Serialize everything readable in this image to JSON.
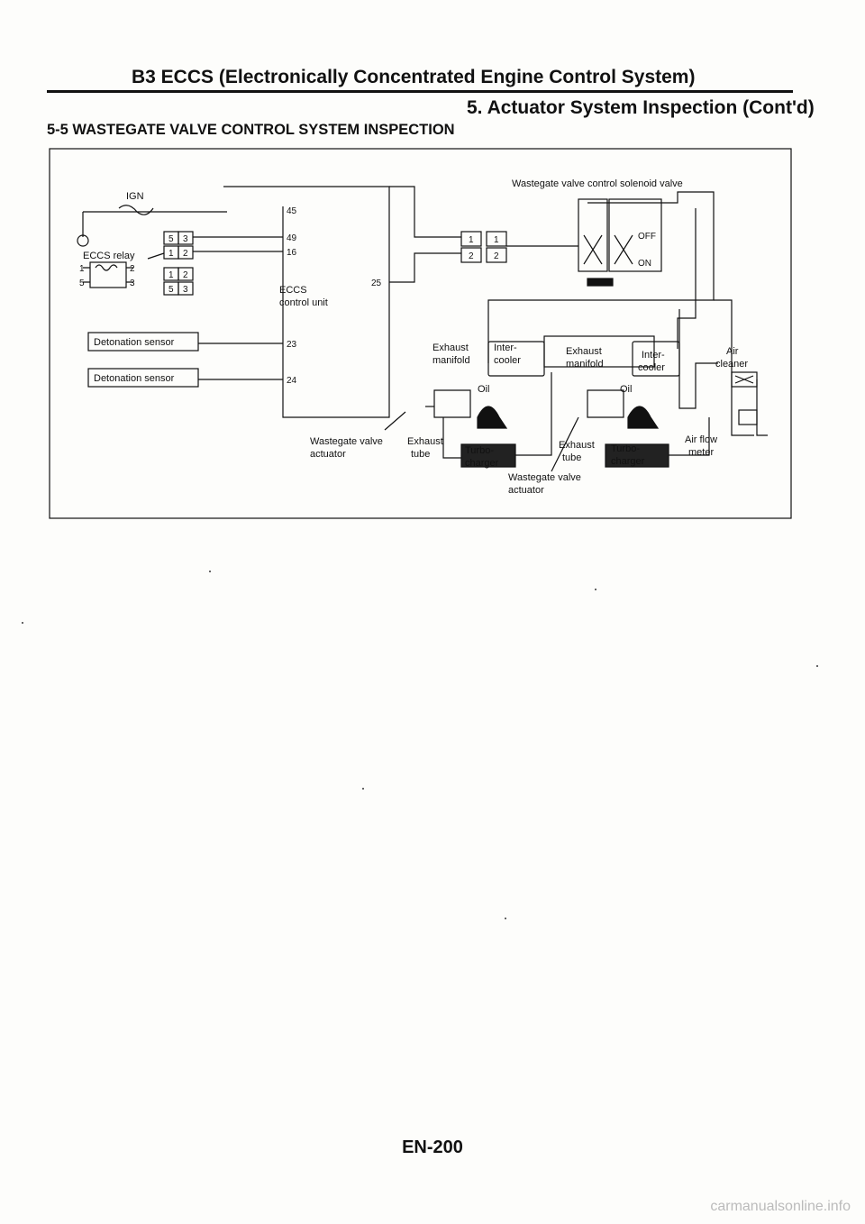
{
  "header": {
    "title": "B3 ECCS (Electronically Concentrated Engine Control System)",
    "subtitle": "5.  Actuator System Inspection (Cont'd)",
    "section": "5-5 WASTEGATE VALVE CONTROL SYSTEM INSPECTION"
  },
  "diagram": {
    "ign": "IGN",
    "ecc_relay": "ECCS relay",
    "relay_pins": [
      "1",
      "2",
      "5",
      "3"
    ],
    "connector_pins": [
      "5",
      "3",
      "1",
      "2",
      "1",
      "2",
      "5",
      "3"
    ],
    "detonation_sensor_1": "Detonation sensor",
    "detonation_sensor_2": "Detonation sensor",
    "ecu_label": "ECCS",
    "ecu_label2": "control unit",
    "terminals": [
      "45",
      "49",
      "16",
      "25",
      "23",
      "24"
    ],
    "sv_pins": [
      "1",
      "2",
      "1",
      "2"
    ],
    "solenoid_title": "Wastegate valve control solenoid valve",
    "off": "OFF",
    "on": "ON",
    "exhaust_manifold_1": [
      "Exhaust",
      "manifold"
    ],
    "intercooler_1": [
      "Inter-",
      "cooler"
    ],
    "exhaust_manifold_2": [
      "Exhaust",
      "manifold"
    ],
    "intercooler_2": [
      "Inter-",
      "cooler"
    ],
    "air_cleaner": [
      "Air",
      "cleaner"
    ],
    "oil_1": "Oil",
    "oil_2": "Oil",
    "wastegate_actuator_1": [
      "Wastegate valve",
      "actuator"
    ],
    "exhaust_tube_1": [
      "Exhaust",
      "tube"
    ],
    "turbocharger_1": [
      "Turbo-",
      "charger"
    ],
    "exhaust_tube_2": [
      "Exhaust",
      "tube"
    ],
    "turbocharger_2": [
      "Turbo-",
      "charger"
    ],
    "air_flow_meter": [
      "Air flow",
      "meter"
    ],
    "wastegate_actuator_2": [
      "Wastegate valve",
      "actuator"
    ]
  },
  "page_number": "EN-200",
  "footer": "carmanualsonline.info"
}
